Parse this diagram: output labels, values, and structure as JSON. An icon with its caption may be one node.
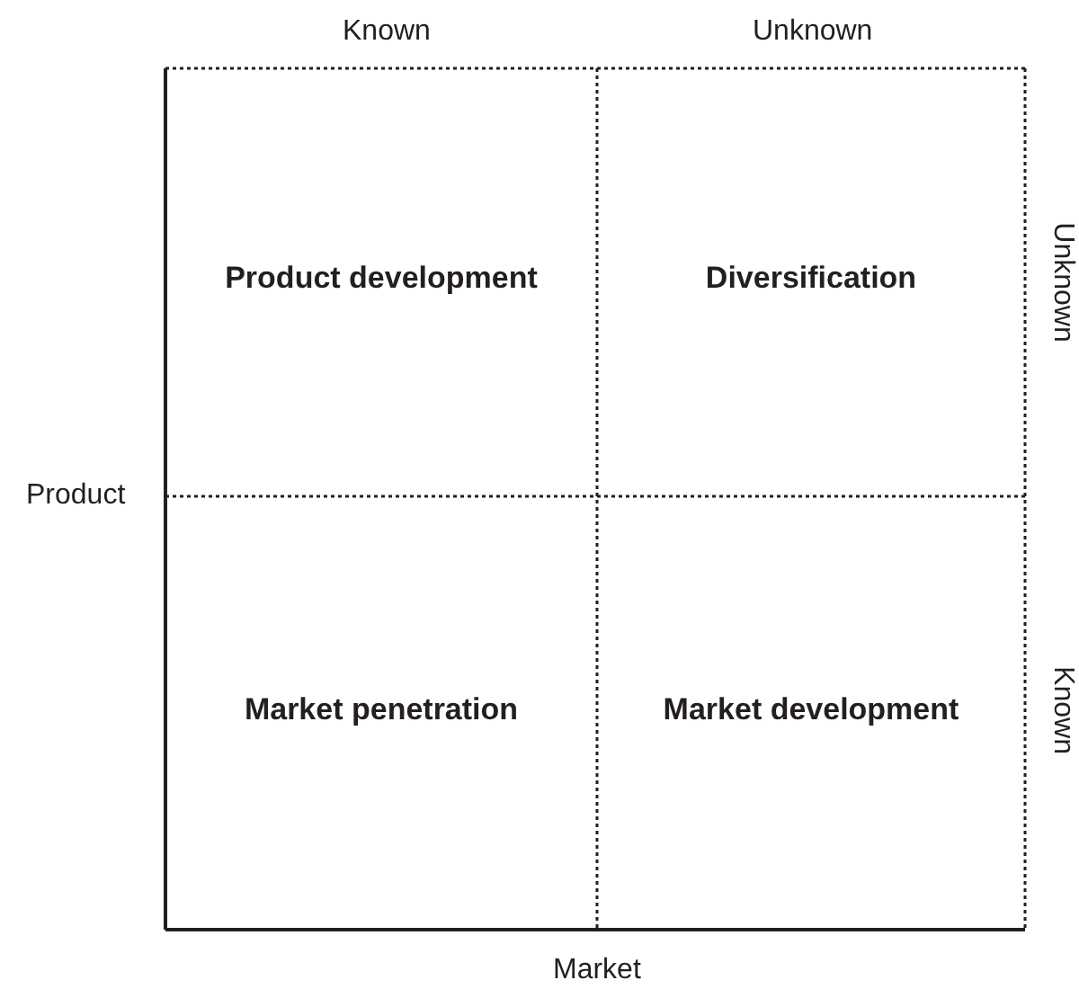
{
  "diagram": {
    "nodes": [
      {
        "text": [
          "Product development"
        ]
      },
      {
        "text": [
          "Diversification"
        ]
      },
      {
        "text": [
          "Market penetration"
        ]
      },
      {
        "text": [
          "Market development"
        ]
      }
    ],
    "labels": [
      "Known",
      "Unknown",
      "Unknown",
      "Product",
      "Known",
      "Market"
    ]
  }
}
